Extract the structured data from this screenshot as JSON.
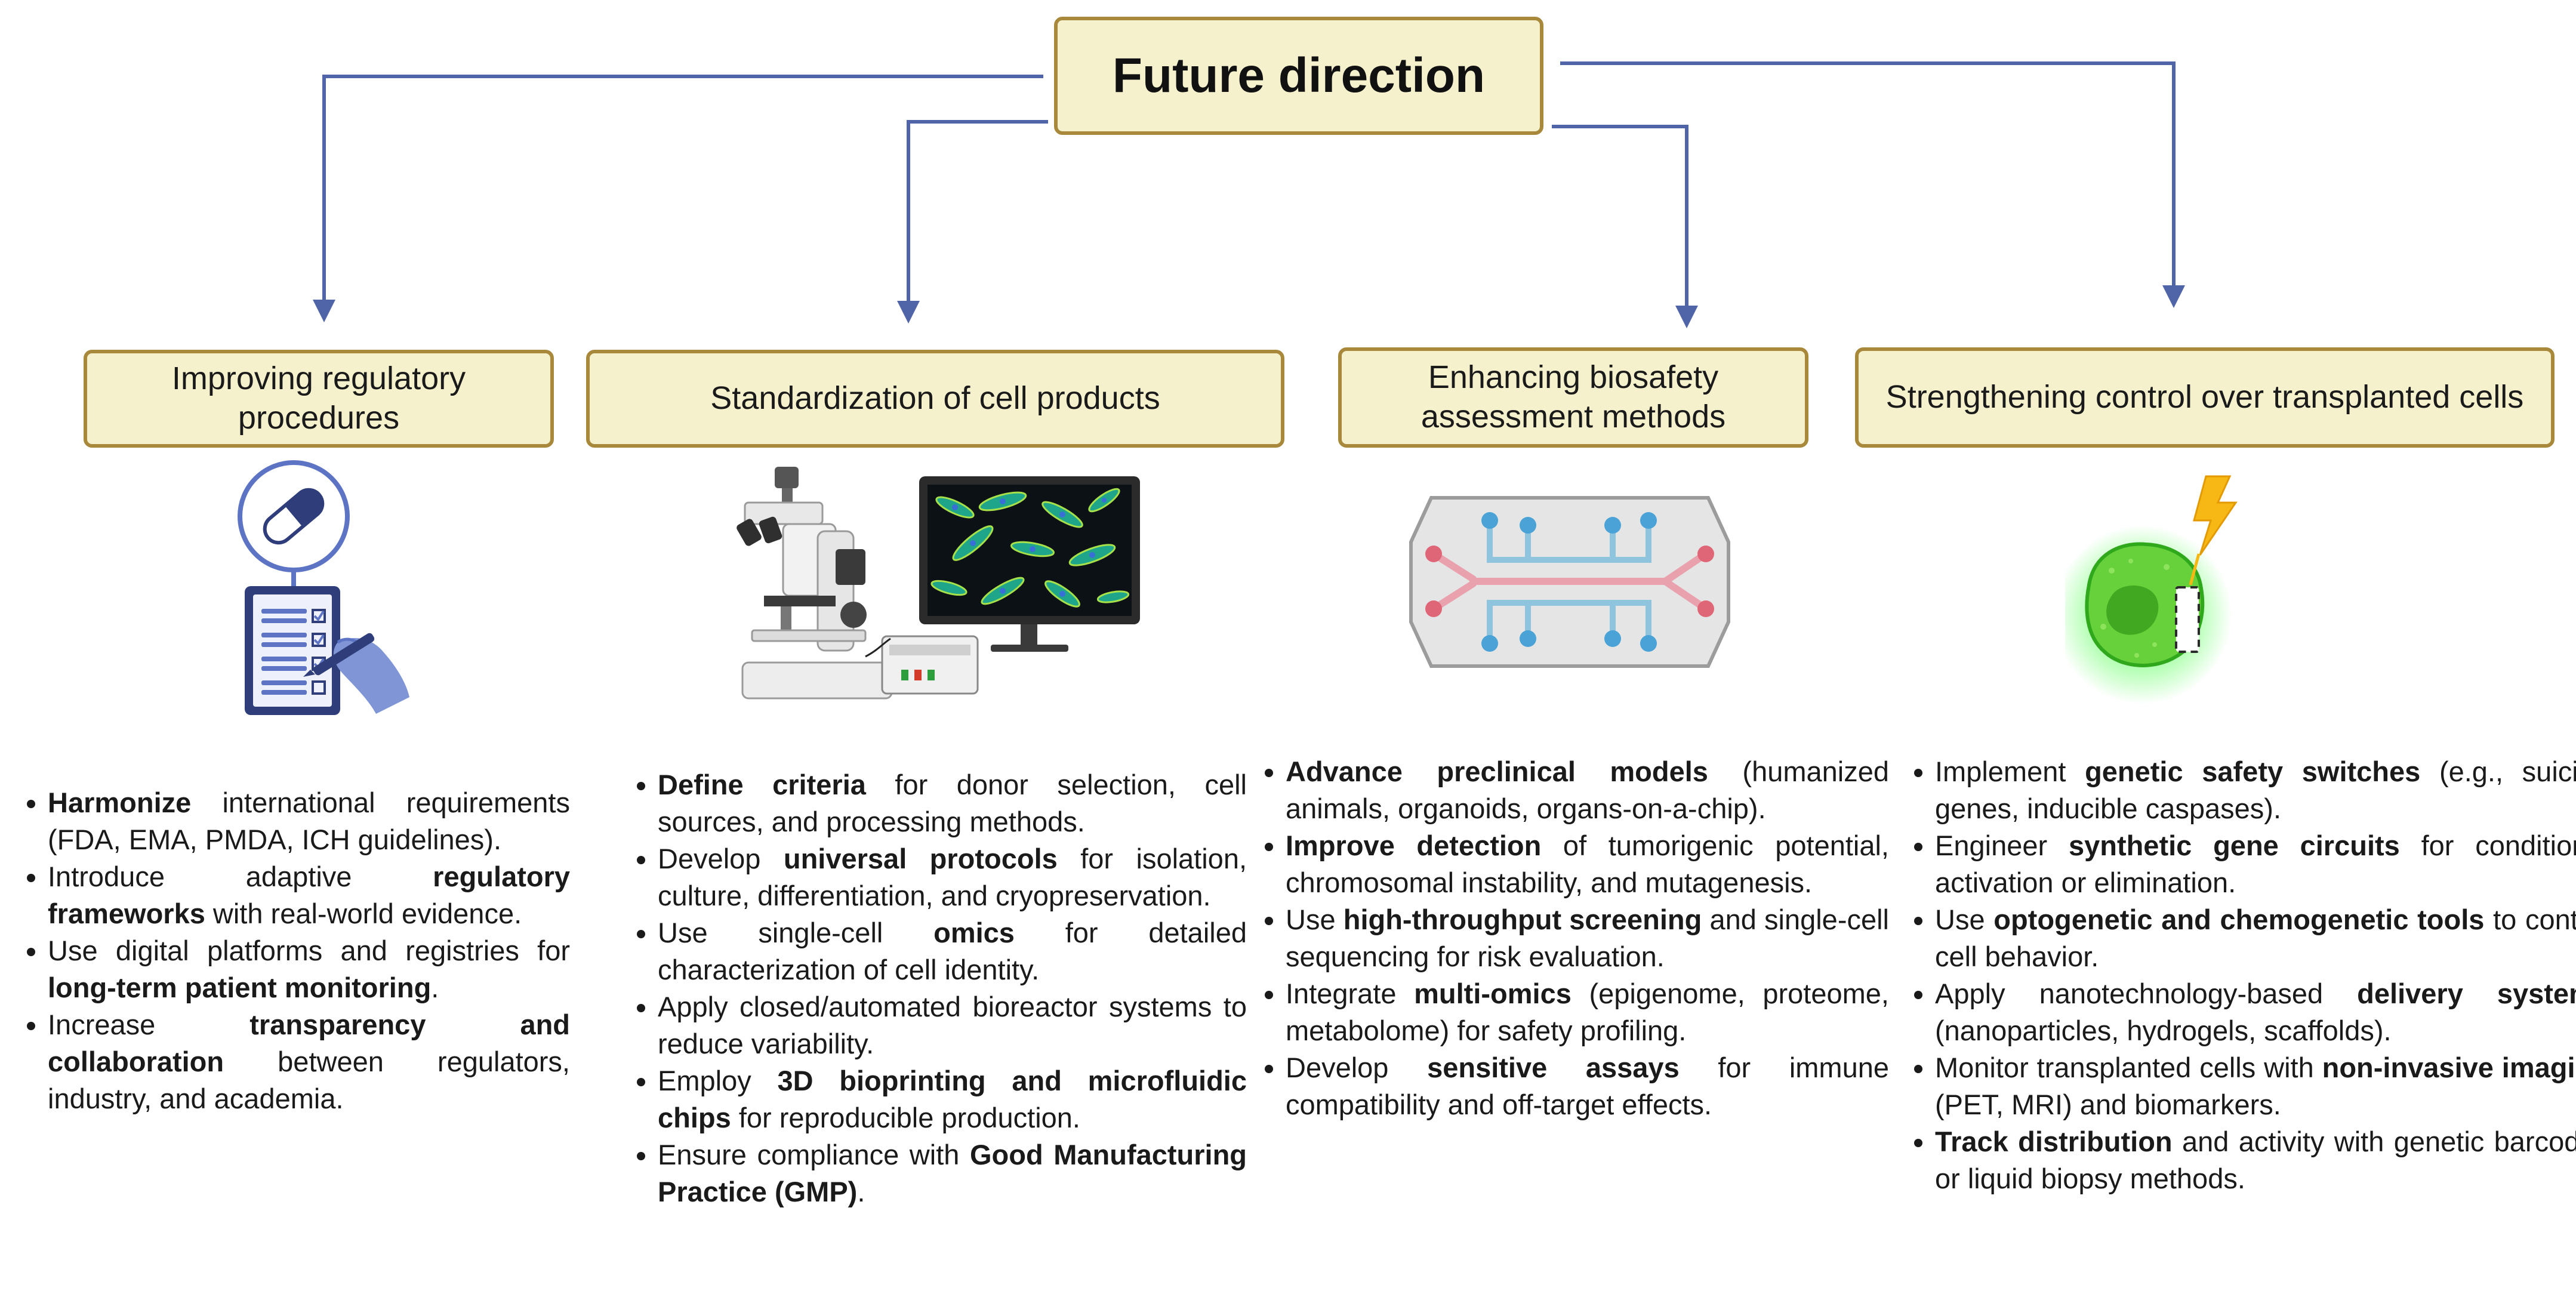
{
  "title": "Future direction",
  "colors": {
    "box_fill": "#f5f1cd",
    "box_border": "#a8893c",
    "arrow": "#5064a8"
  },
  "categories": [
    {
      "label": "Improving regulatory procedures",
      "icon": "regulatory-checklist-icon",
      "items": [
        [
          {
            "t": "Harmonize",
            "b": true
          },
          {
            "t": " international requirements (FDA, EMA, PMDA, ICH guidelines)."
          }
        ],
        [
          {
            "t": "Introduce adaptive "
          },
          {
            "t": "regulatory frameworks",
            "b": true
          },
          {
            "t": " with real-world evidence."
          }
        ],
        [
          {
            "t": "Use digital platforms and registries for "
          },
          {
            "t": "long-term patient monitoring",
            "b": true
          },
          {
            "t": "."
          }
        ],
        [
          {
            "t": "Increase "
          },
          {
            "t": "transparency and collaboration",
            "b": true
          },
          {
            "t": " between regulators, industry, and academia."
          }
        ]
      ]
    },
    {
      "label": "Standardization of cell products",
      "icon": "microscope-monitor-icon",
      "items": [
        [
          {
            "t": "Define criteria",
            "b": true
          },
          {
            "t": " for donor selection, cell sources, and processing methods."
          }
        ],
        [
          {
            "t": "Develop "
          },
          {
            "t": "universal protocols",
            "b": true
          },
          {
            "t": " for isolation, culture, differentiation, and cryopreservation."
          }
        ],
        [
          {
            "t": "Use single-cell "
          },
          {
            "t": "omics",
            "b": true
          },
          {
            "t": " for detailed characterization of cell identity."
          }
        ],
        [
          {
            "t": "Apply closed/automated bioreactor systems to reduce variability."
          }
        ],
        [
          {
            "t": "Employ "
          },
          {
            "t": "3D bioprinting and microfluidic chips",
            "b": true
          },
          {
            "t": " for reproducible production."
          }
        ],
        [
          {
            "t": "Ensure compliance with "
          },
          {
            "t": "Good Manufacturing Practice (GMP)",
            "b": true
          },
          {
            "t": "."
          }
        ]
      ]
    },
    {
      "label": "Enhancing biosafety assessment methods",
      "icon": "organ-on-chip-icon",
      "items": [
        [
          {
            "t": "Advance preclinical models",
            "b": true
          },
          {
            "t": " (humanized animals, organoids, organs-on-a-chip)."
          }
        ],
        [
          {
            "t": "Improve detection",
            "b": true
          },
          {
            "t": " of tumorigenic potential, chromosomal instability, and mutagenesis."
          }
        ],
        [
          {
            "t": "Use "
          },
          {
            "t": "high-throughput screening",
            "b": true
          },
          {
            "t": " and single-cell sequencing for risk evaluation."
          }
        ],
        [
          {
            "t": "Integrate "
          },
          {
            "t": "multi-omics",
            "b": true
          },
          {
            "t": " (epigenome, proteome, metabolome) for safety profiling."
          }
        ],
        [
          {
            "t": "Develop "
          },
          {
            "t": "sensitive assays",
            "b": true
          },
          {
            "t": " for immune compatibility and off-target effects."
          }
        ]
      ]
    },
    {
      "label": "Strengthening control over transplanted cells",
      "icon": "glowing-cell-lightning-icon",
      "items": [
        [
          {
            "t": "Implement "
          },
          {
            "t": "genetic safety switches",
            "b": true
          },
          {
            "t": " (e.g., suicide genes, inducible caspases)."
          }
        ],
        [
          {
            "t": "Engineer "
          },
          {
            "t": "synthetic gene circuits",
            "b": true
          },
          {
            "t": " for conditional activation or elimination."
          }
        ],
        [
          {
            "t": "Use "
          },
          {
            "t": "optogenetic and chemogenetic tools",
            "b": true
          },
          {
            "t": " to control cell behavior."
          }
        ],
        [
          {
            "t": "Apply nanotechnology-based "
          },
          {
            "t": "delivery systems",
            "b": true
          },
          {
            "t": " (nanoparticles, hydrogels, scaffolds)."
          }
        ],
        [
          {
            "t": "Monitor transplanted cells with "
          },
          {
            "t": "non-invasive imaging",
            "b": true
          },
          {
            "t": " (PET, MRI) and biomarkers."
          }
        ],
        [
          {
            "t": "Track distribution",
            "b": true
          },
          {
            "t": " and activity with genetic barcodes or liquid biopsy methods."
          }
        ]
      ]
    }
  ]
}
